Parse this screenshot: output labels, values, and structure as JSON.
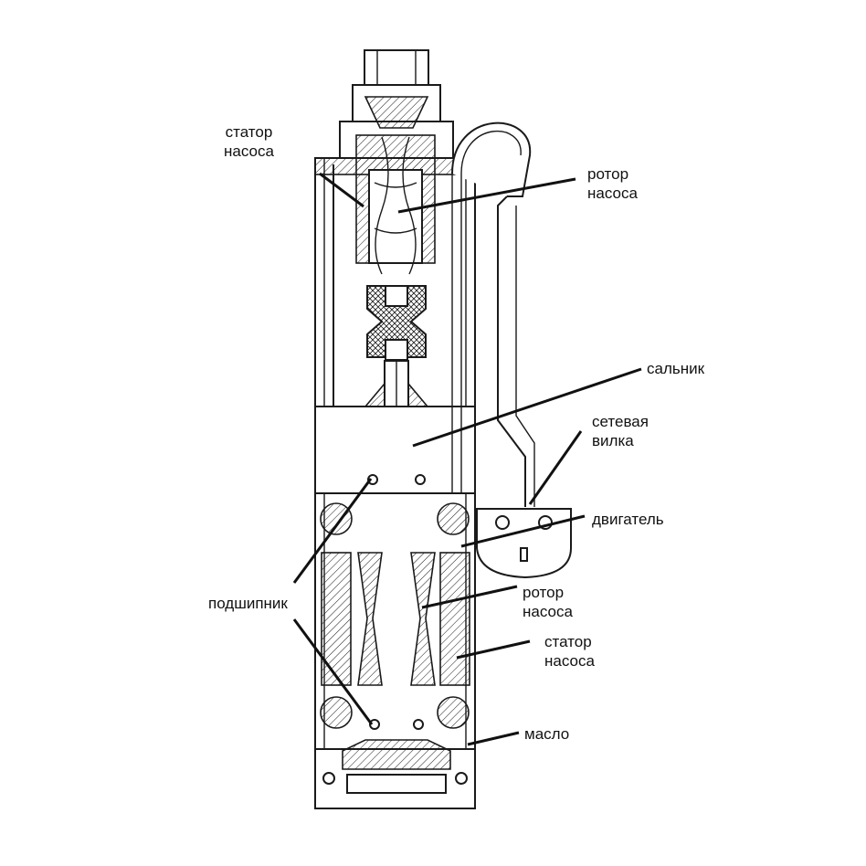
{
  "labels": {
    "stator_top": [
      "статор",
      "насоса"
    ],
    "rotor_top": [
      "ротор",
      "насоса"
    ],
    "seal": "сальник",
    "plug": [
      "сетевая",
      "вилка"
    ],
    "motor": "двигатель",
    "bearing": "подшипник",
    "rotor_bottom": [
      "ротор",
      "насоса"
    ],
    "stator_bottom": [
      "статор",
      "насоса"
    ],
    "oil": "масло"
  },
  "colors": {
    "line": "#111111",
    "fill": "#ffffff",
    "shade": "#d9d9d9"
  }
}
